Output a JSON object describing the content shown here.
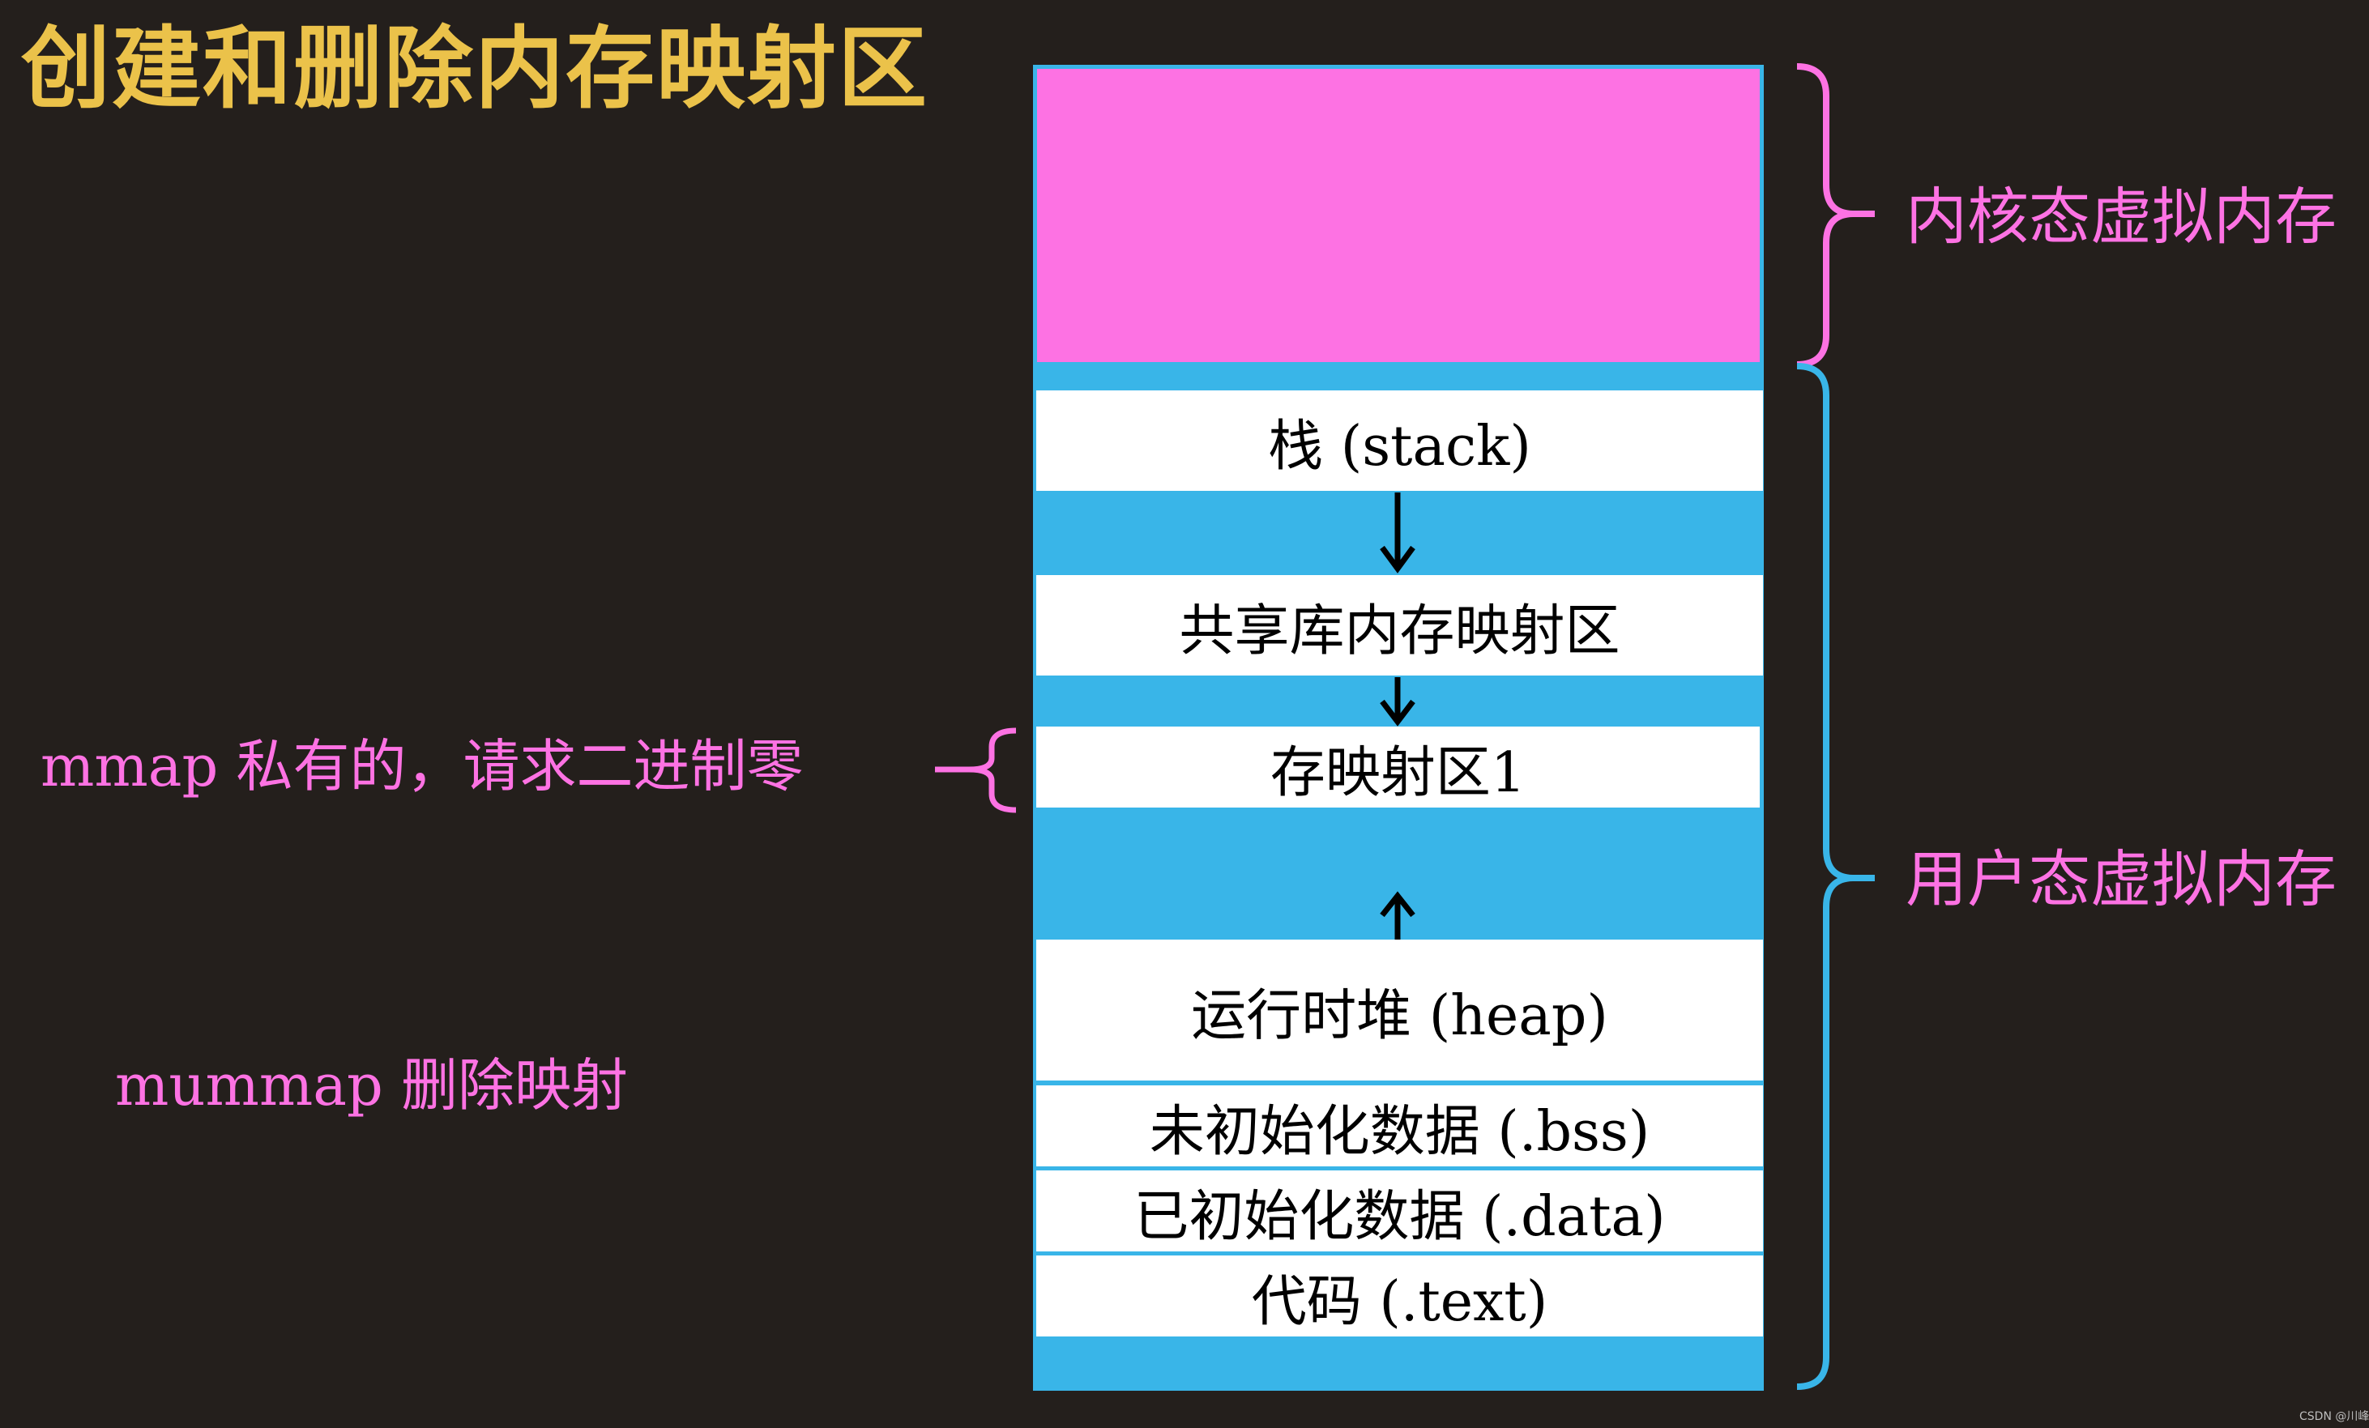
{
  "title": "创建和删除内存映射区",
  "kernel_region": {
    "label": "内核态虚拟内存",
    "color": "#fd72e3"
  },
  "user_region": {
    "label": "用户态虚拟内存",
    "color": "#39b5e8"
  },
  "segments": [
    {
      "id": "stack",
      "label": "栈 (stack)"
    },
    {
      "id": "shared-lib",
      "label": "共享库内存映射区"
    },
    {
      "id": "mmap-1",
      "label": "存映射区1"
    },
    {
      "id": "heap",
      "label": "运行时堆 (heap)"
    },
    {
      "id": "bss",
      "label": "未初始化数据 (.bss)"
    },
    {
      "id": "data",
      "label": "已初始化数据 (.data)"
    },
    {
      "id": "text",
      "label": "代码 (.text)"
    }
  ],
  "annotations": {
    "mmap": "mmap 私有的，请求二进制零",
    "munmap": "mummap 删除映射"
  },
  "watermark": "CSDN @川峰",
  "colors": {
    "background": "#241f1c",
    "title": "#ebc24a",
    "brace_pink": "#fd72e3",
    "brace_blue": "#39b5e8"
  }
}
